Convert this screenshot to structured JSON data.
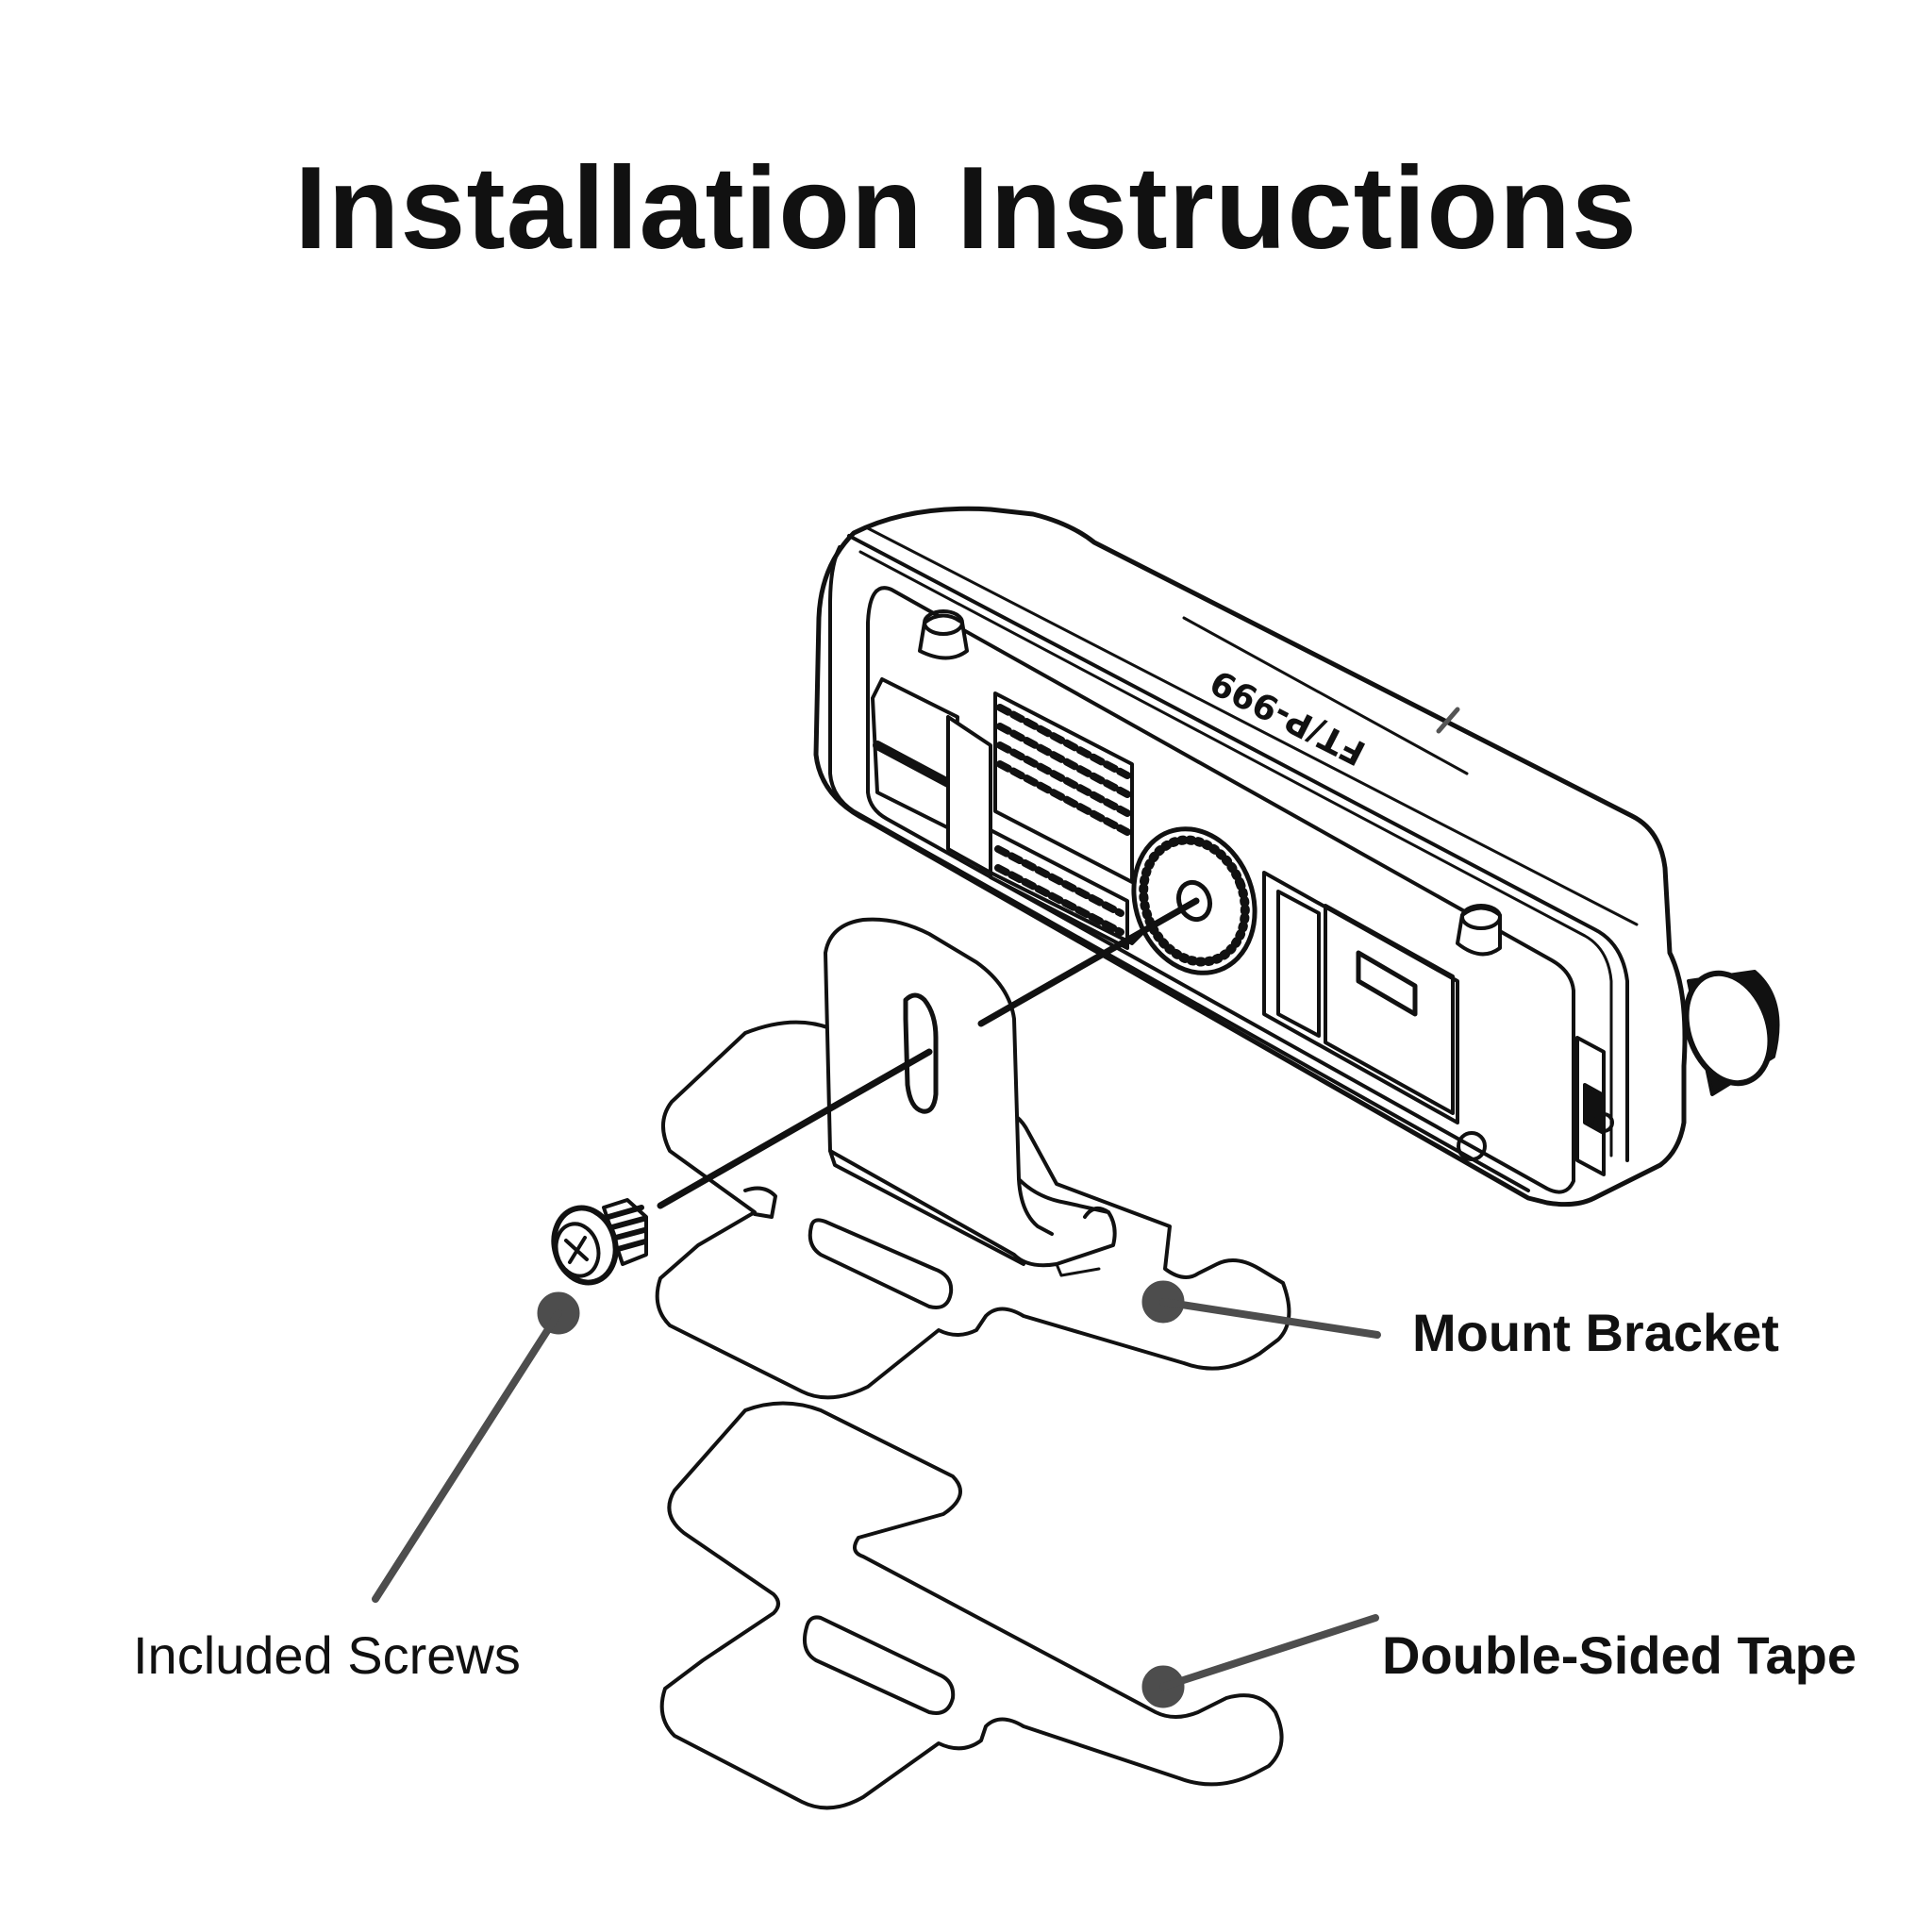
{
  "title": "Installation Instructions",
  "callouts": [
    {
      "id": "mount-bracket",
      "text": "Mount Bracket",
      "bold": true
    },
    {
      "id": "included-screws",
      "text": "Included Screws",
      "bold": false
    },
    {
      "id": "double-sided-tape",
      "text": "Double-Sided Tape",
      "bold": true
    }
  ],
  "device": {
    "brand_text": "FT/P-999"
  },
  "colors": {
    "ink": "#111111",
    "callout": "#4d4d4d",
    "background": "#ffffff"
  }
}
